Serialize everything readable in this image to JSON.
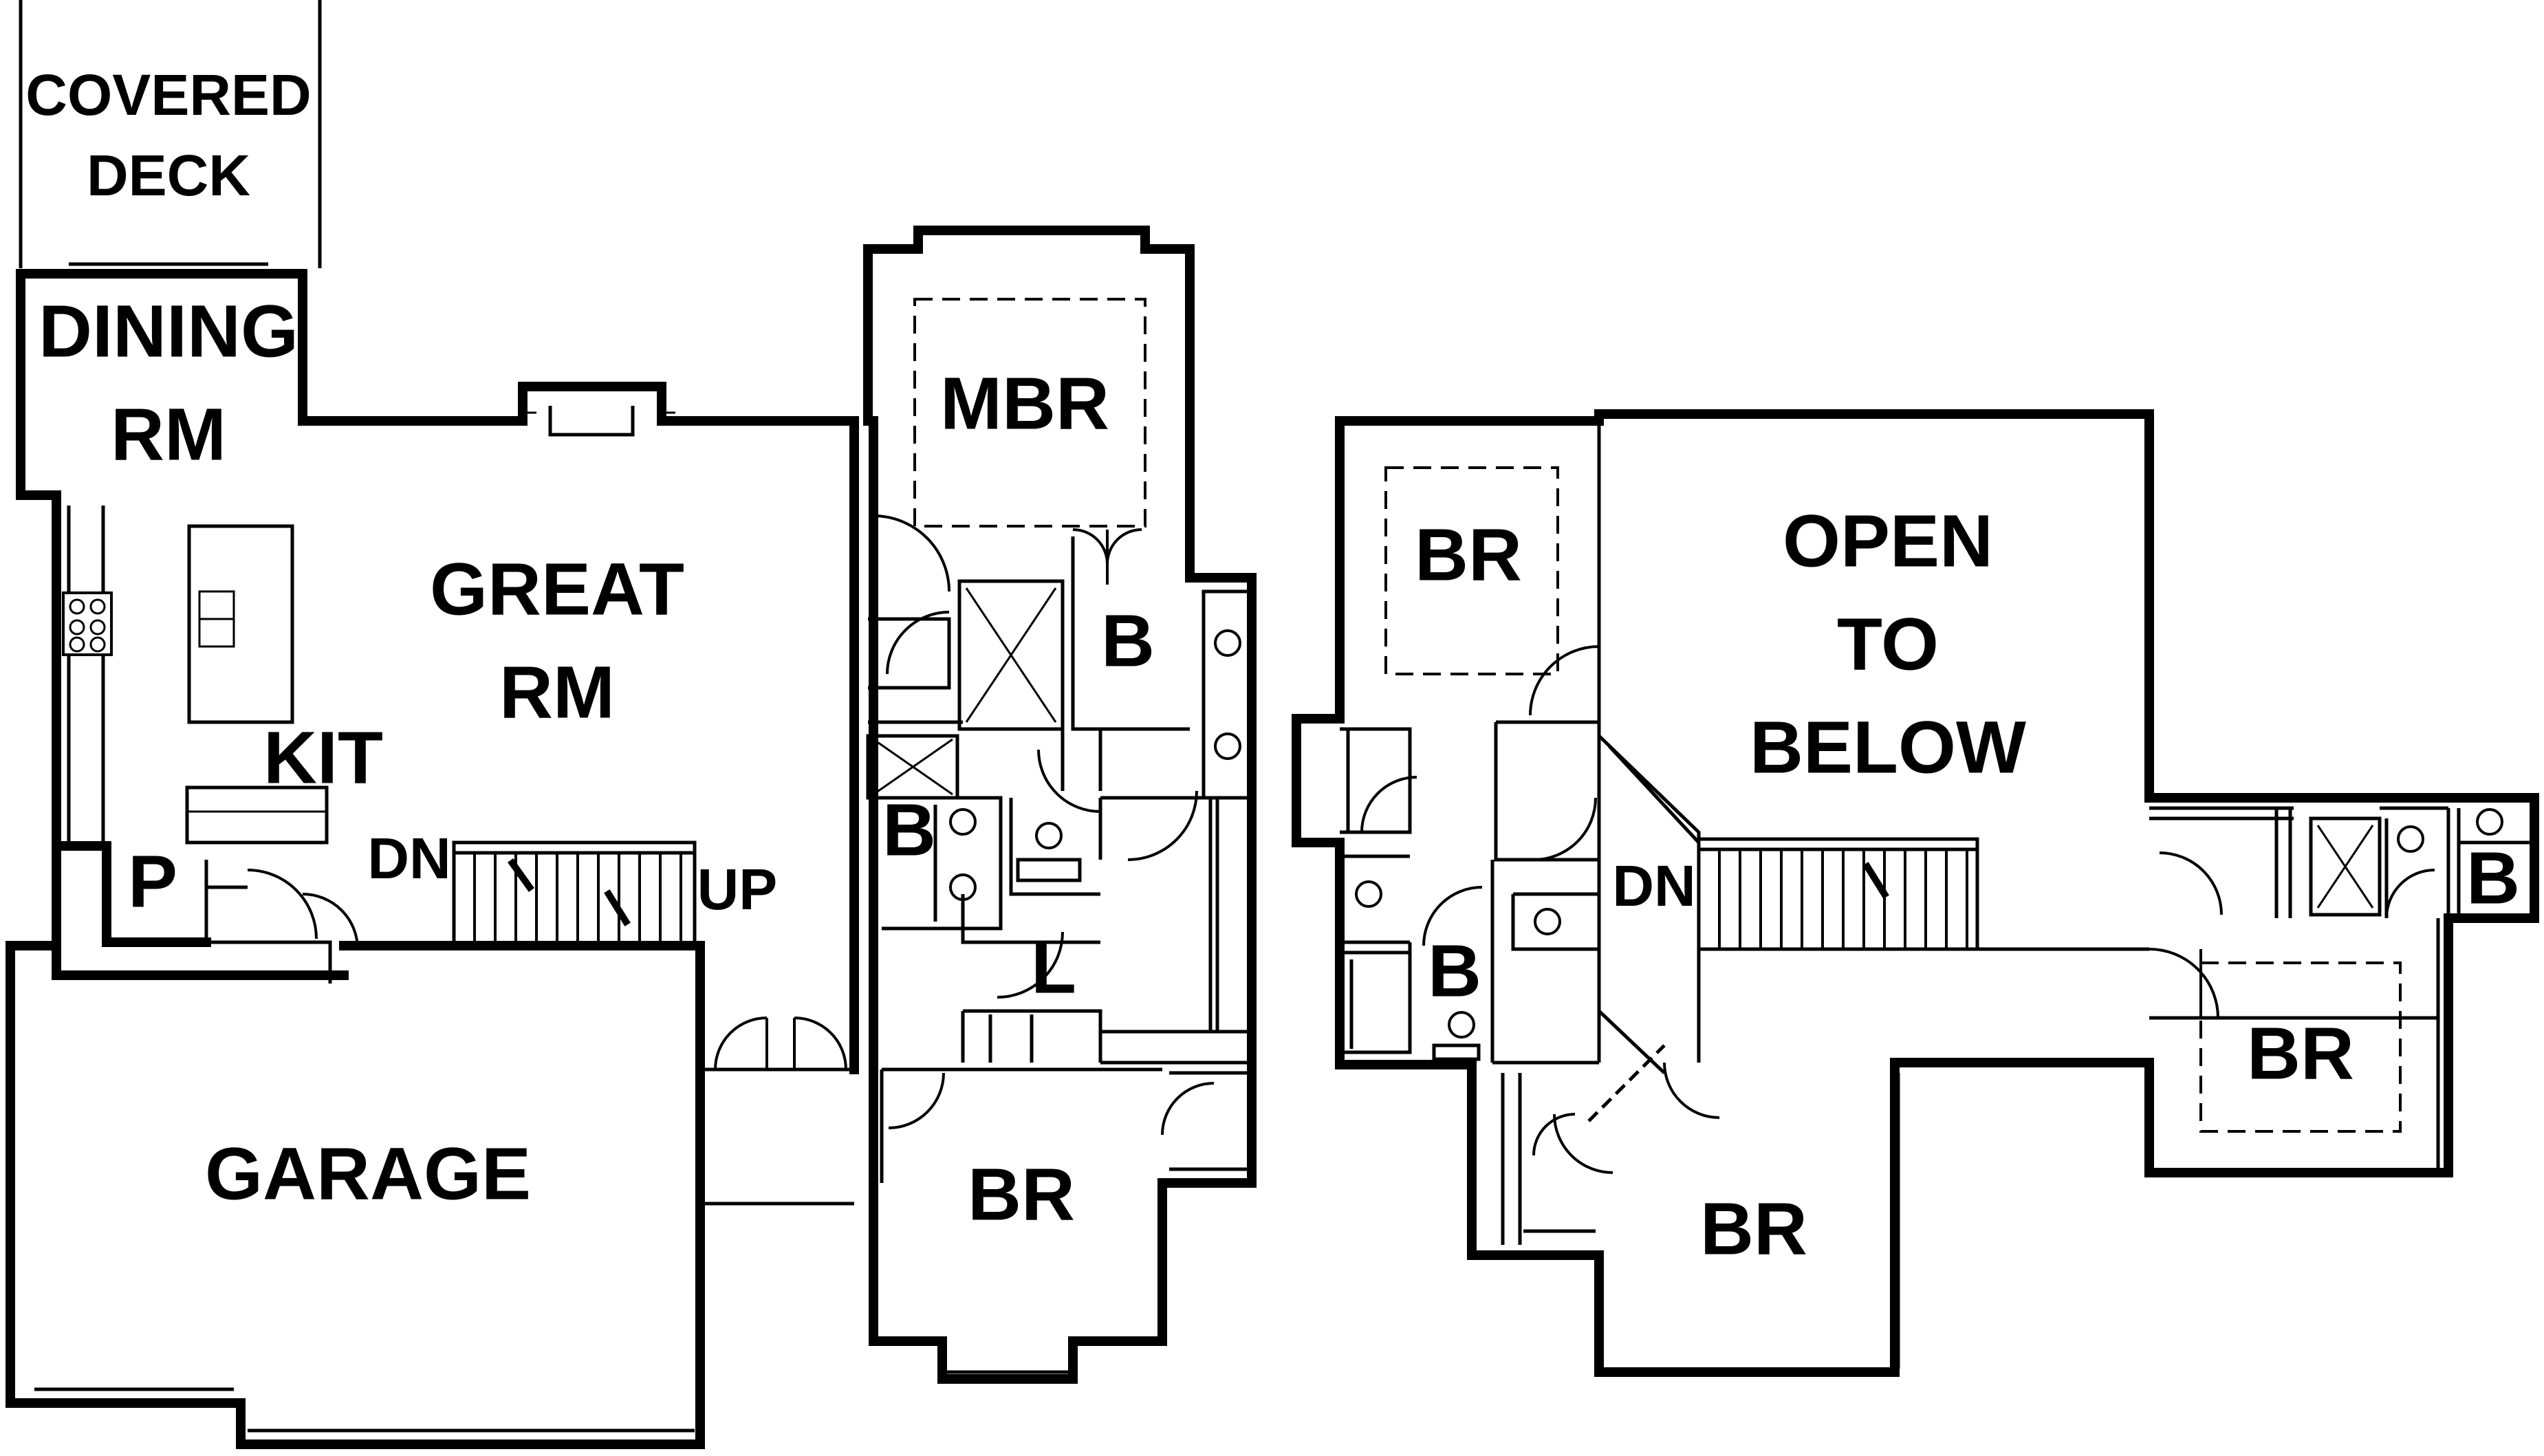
{
  "first_floor": {
    "covered_deck": {
      "line1": "COVERED",
      "line2": "DECK"
    },
    "dining_rm": {
      "line1": "DINING",
      "line2": "RM"
    },
    "great_rm": {
      "line1": "GREAT",
      "line2": "RM"
    },
    "kit": "KIT",
    "pantry": "P",
    "stair_down": "DN",
    "stair_up": "UP",
    "garage": "GARAGE",
    "mbr": "MBR",
    "master_bath": "B",
    "bath": "B",
    "laundry": "L",
    "bedroom": "BR"
  },
  "second_floor": {
    "bedroom_nw": "BR",
    "open_to_below": {
      "line1": "OPEN",
      "line2": "TO",
      "line3": "BELOW"
    },
    "stair_down": "DN",
    "bath_west": "B",
    "bath_east": "B",
    "bedroom_east": "BR",
    "bedroom_south": "BR"
  }
}
